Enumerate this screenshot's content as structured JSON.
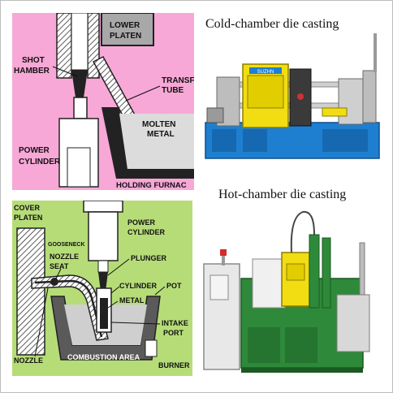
{
  "cold_chamber": {
    "title": "Cold-chamber die casting",
    "labels": {
      "lower_platen_1": "LOWER",
      "lower_platen_2": "PLATEN",
      "shot_1": "SHOT",
      "shot_2": "HAMBER",
      "transfer_1": "TRANSF",
      "transfer_2": "TUBE",
      "molten_1": "MOLTEN",
      "molten_2": "METAL",
      "power_1": "POWER",
      "power_2": "CYLINDER",
      "holding": "HOLDING FURNAC"
    },
    "machine_badge": "SUZHN"
  },
  "hot_chamber": {
    "title": "Hot-chamber die casting",
    "labels": {
      "cover_1": "COVER",
      "cover_2": "PLATEN",
      "gooseneck": "GOOSENECK",
      "nozzle_seat_1": "NOZZLE",
      "nozzle_seat_2": "SEAT",
      "power_1": "POWER",
      "power_2": "CYLINDER",
      "plunger": "PLUNGER",
      "cylinder": "CYLINDER",
      "pot": "POT",
      "metal": "METAL",
      "intake_1": "INTAKE",
      "intake_2": "PORT",
      "nozzle": "NOZZLE",
      "combustion": "COMBUSTION AREA",
      "burner": "BURNER"
    }
  },
  "colors": {
    "cold_bg": "#f7a8d6",
    "hot_bg": "#b6dc78",
    "machine_blue": "#1e7fd0",
    "machine_yellow": "#f2dd12",
    "machine_green": "#2e8a3a"
  }
}
